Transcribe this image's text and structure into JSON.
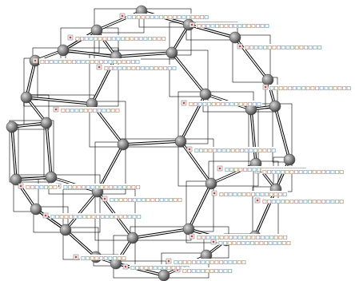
{
  "diagram": {
    "labels": [
      "□□□□□□□□□□□□□□□□□□",
      "□□□□□□□□□□□□□□□□",
      "□□□□□□□□□□□□□□□□□□□□",
      "□□□□□□□□□□□□□□□□□",
      "□□□□□□□□□□□□□□□□□□□□□□",
      "□□□□□□□□□□□□□□□□",
      "□□□□□□□□□□□□□□□□□□",
      "□□□□□□□□□□□□□□□□",
      "□□□□□□□□□□□□□",
      "□□□□□□□□□□□□□□□□□□",
      "□□□□□□□□□□□□□□□□□□",
      "□□□□□□□□□□□□□□□□□□",
      "□□□□□□□□□□□□□□□",
      "□□□□□□□□□□□□□□□□",
      "□□□□□□□",
      "□□□□□□□□□□□□□□□□□",
      "□□□□□□□□□□□□□□□□□□□□",
      "□□□□□□□□□□□□□□□□□□",
      "□□□□□□□□□□□□□□□□",
      "□□□□□□□□□□□□□□□□□□□□",
      "□□□□□□□□□□□□□□□□",
      "□□□□□□□□□□",
      "□□□□□□□□□□□□□",
      "□□□□□□□□□□□"
    ]
  }
}
